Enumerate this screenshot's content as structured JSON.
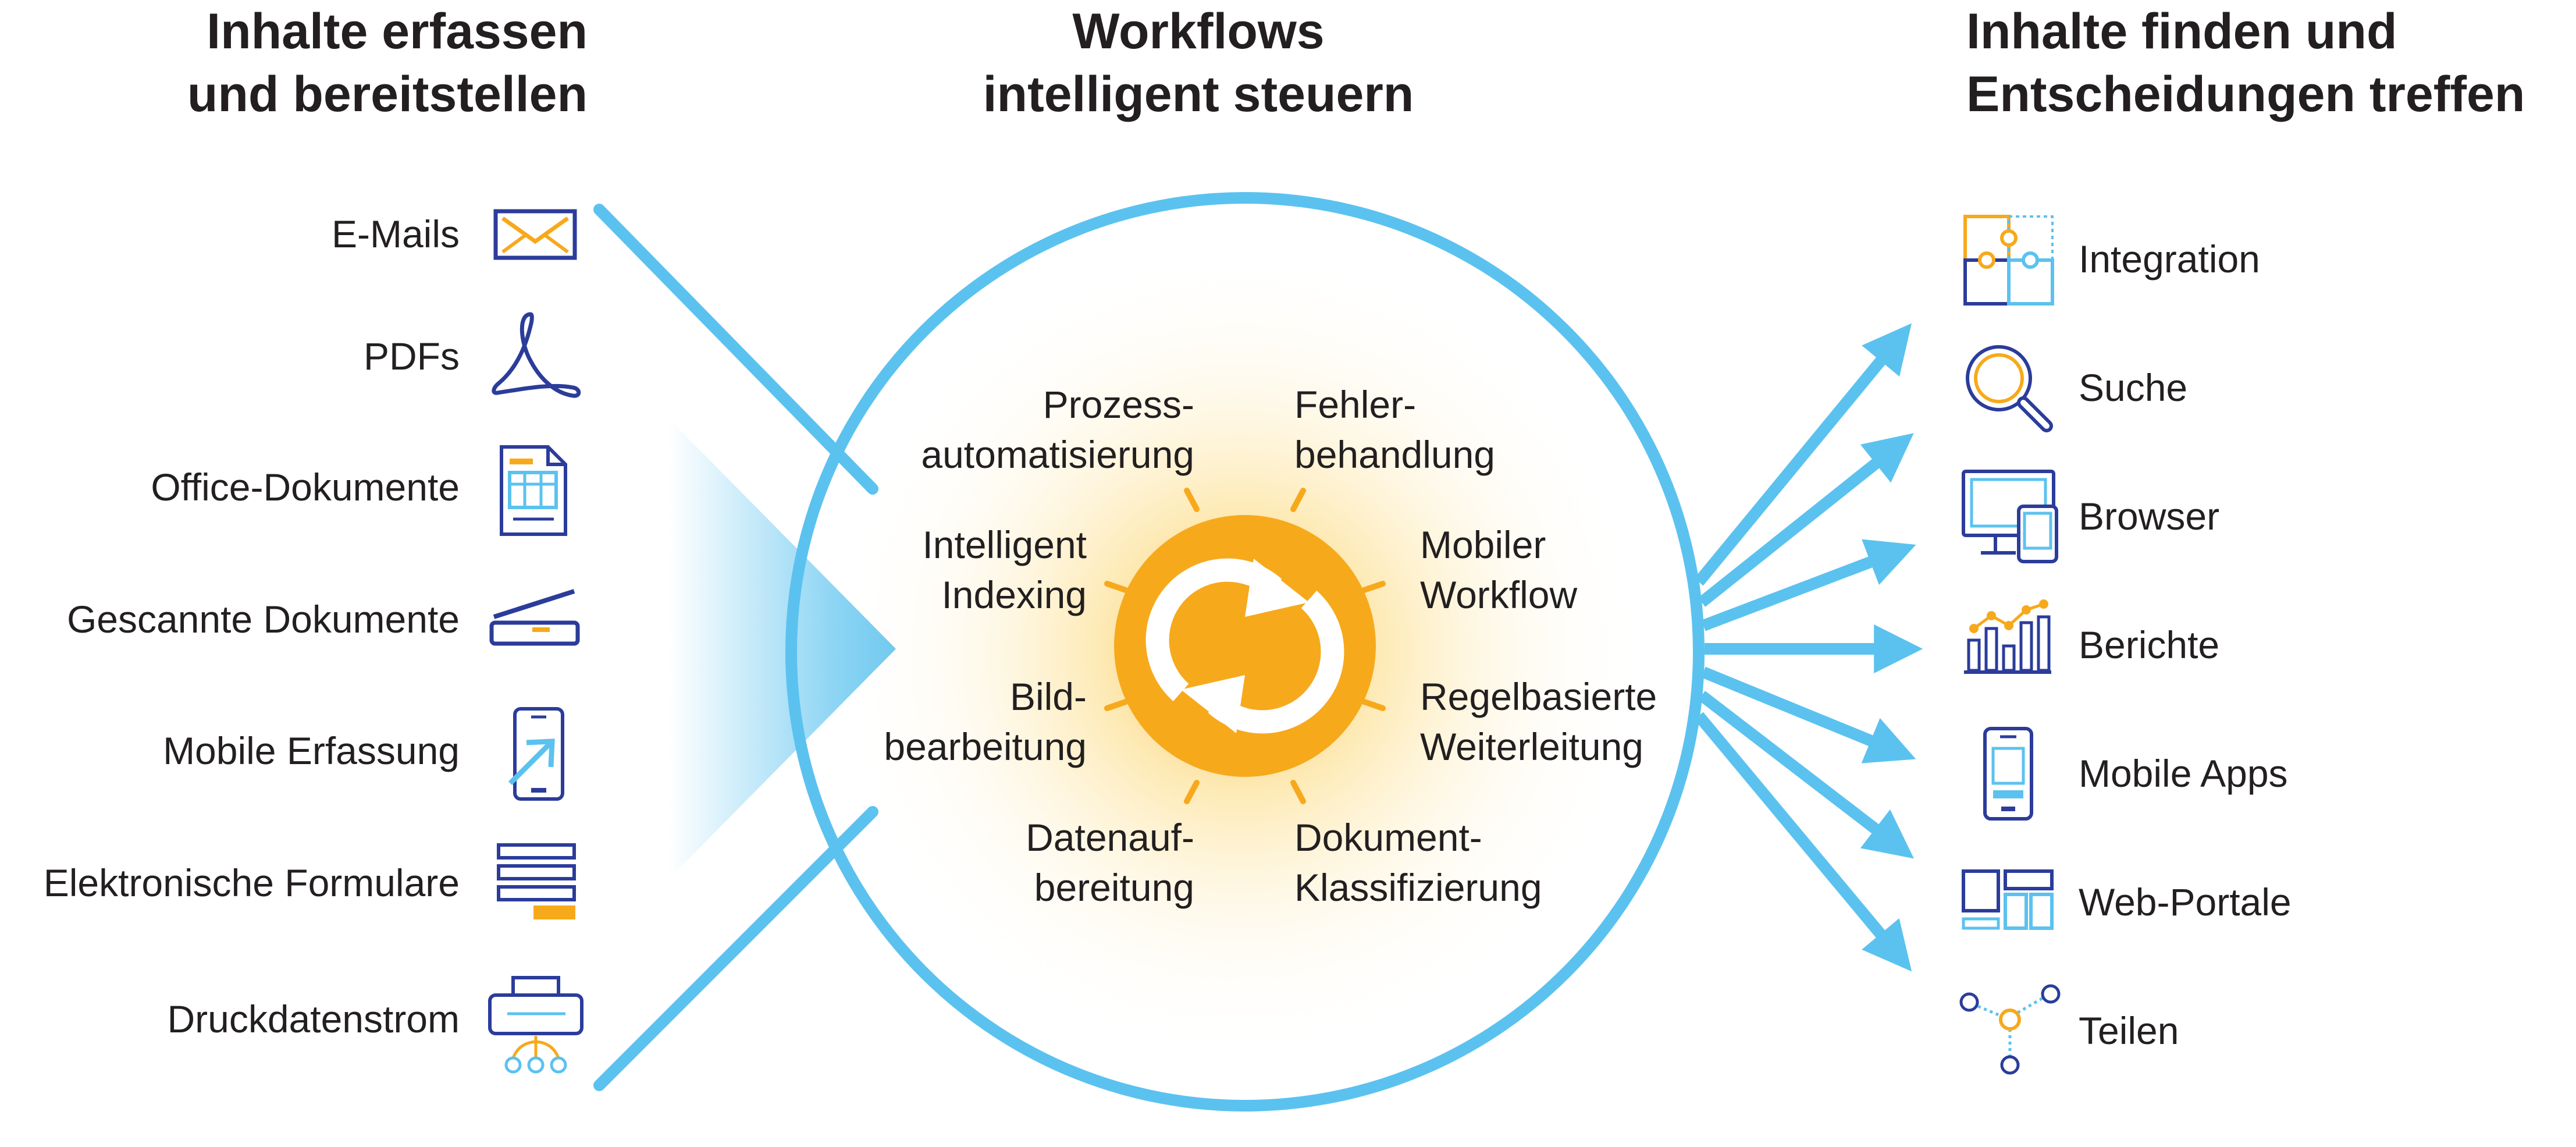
{
  "headings": {
    "left": [
      "Inhalte erfassen",
      "und bereitstellen"
    ],
    "center": [
      "Workflows",
      "intelligent steuern"
    ],
    "right": [
      "Inhalte finden und",
      "Entscheidungen treffen"
    ]
  },
  "inputs": [
    {
      "label": "E-Mails",
      "icon": "envelope-icon"
    },
    {
      "label": "PDFs",
      "icon": "pdf-icon"
    },
    {
      "label": "Office-Dokumente",
      "icon": "office-document-icon"
    },
    {
      "label": "Gescannte Dokumente",
      "icon": "scanner-icon"
    },
    {
      "label": "Mobile Erfassung",
      "icon": "mobile-capture-icon"
    },
    {
      "label": "Elektronische Formulare",
      "icon": "form-icon"
    },
    {
      "label": "Druckdatenstrom",
      "icon": "printer-icon"
    }
  ],
  "workflows": [
    [
      "Prozess-",
      "automatisierung"
    ],
    [
      "Fehler-",
      "behandlung"
    ],
    [
      "Intelligent",
      "Indexing"
    ],
    [
      "Mobiler",
      "Workflow"
    ],
    [
      "Bild-",
      "bearbeitung"
    ],
    [
      "Regelbasierte",
      "Weiterleitung"
    ],
    [
      "Datenauf-",
      "bereitung"
    ],
    [
      "Dokument-",
      "Klassifizierung"
    ]
  ],
  "outputs": [
    {
      "label": "Integration",
      "icon": "puzzle-icon"
    },
    {
      "label": "Suche",
      "icon": "magnifier-icon"
    },
    {
      "label": "Browser",
      "icon": "browser-devices-icon"
    },
    {
      "label": "Berichte",
      "icon": "report-chart-icon"
    },
    {
      "label": "Mobile Apps",
      "icon": "mobile-app-icon"
    },
    {
      "label": "Web-Portale",
      "icon": "web-portal-icon"
    },
    {
      "label": "Teilen",
      "icon": "share-icon"
    }
  ],
  "colors": {
    "blue": "#5bc2ef",
    "navy": "#2b3c9a",
    "orange": "#f7a91c",
    "text": "#231f20"
  }
}
